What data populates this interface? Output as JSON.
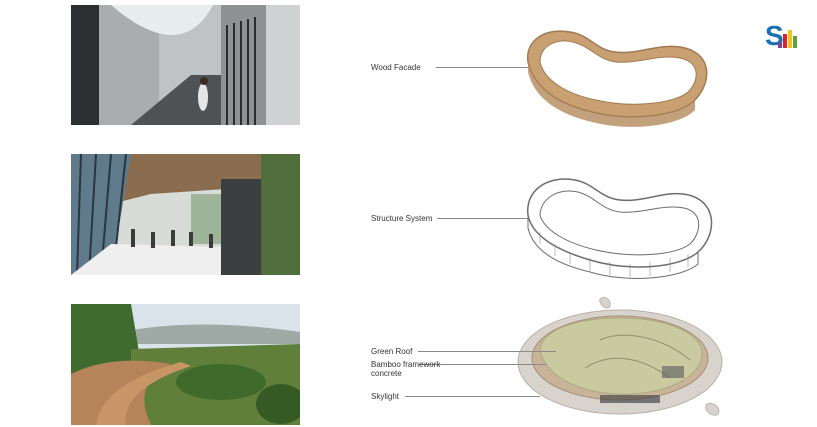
{
  "labels": {
    "wood_facade": "Wood Facade",
    "structure_system": "Structure System",
    "green_roof": "Green Roof",
    "bamboo_framework_concrete_1": "Bamboo framework",
    "bamboo_framework_concrete_2": "concrete",
    "skylight": "Skylight"
  },
  "logo": {
    "letter": "S",
    "colors": {
      "letter": "#1a6fb5",
      "bar_red": "#d7262b",
      "bar_yellow": "#f4c020",
      "bar_green": "#5aa43a",
      "bar_purple": "#8e3c98"
    }
  },
  "colors": {
    "wood": "#c9a071",
    "wood_dark": "#9f7a52",
    "structure": "#6d6d6d",
    "roof_green": "#c9caa0",
    "base": "#d9d3cd"
  }
}
